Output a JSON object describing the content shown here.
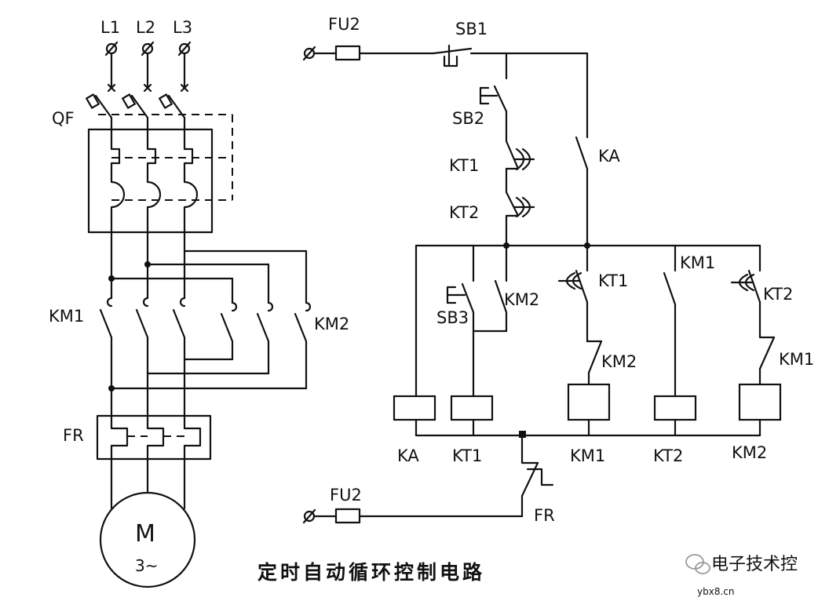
{
  "diagram": {
    "title": "定时自动循环控制电路",
    "watermark": "电子技术控",
    "site": "ybx8.cn",
    "labels": {
      "l1": "L1",
      "l2": "L2",
      "l3": "L3",
      "qf": "QF",
      "km1_main": "KM1",
      "km2_main": "KM2",
      "fr_main": "FR",
      "motor": "M",
      "motor_phase": "3~",
      "fu2_top": "FU2",
      "fu2_bottom": "FU2",
      "sb1": "SB1",
      "sb2": "SB2",
      "sb3": "SB3",
      "kt1_nc": "KT1",
      "kt2_nc": "KT2",
      "ka_no": "KA",
      "km2_aux_no": "KM2",
      "kt1_no": "KT1",
      "km2_aux_nc": "KM2",
      "km1_aux_no": "KM1",
      "kt2_no": "KT2",
      "km1_aux_nc": "KM1",
      "coil_ka": "KA",
      "coil_kt1": "KT1",
      "coil_km1": "KM1",
      "coil_kt2": "KT2",
      "coil_km2": "KM2",
      "fr_contact": "FR"
    }
  }
}
